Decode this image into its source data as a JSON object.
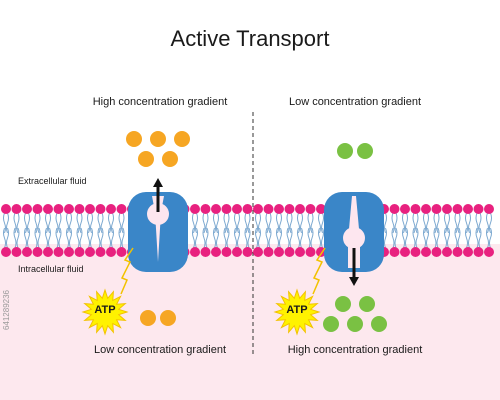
{
  "title": "Active Transport",
  "left": {
    "top_label": "High concentration gradient",
    "bottom_label": "Low concentration gradient",
    "top_molecule_count": 5,
    "bottom_molecule_count": 2,
    "arrow_direction": "up"
  },
  "right": {
    "top_label": "Low concentration gradient",
    "bottom_label": "High concentration gradient",
    "top_molecule_count": 2,
    "bottom_molecule_count": 5,
    "arrow_direction": "down"
  },
  "labels": {
    "extracellular": "Extracellular fluid",
    "intracellular": "Intracellular fluid",
    "atp": "ATP"
  },
  "watermark_id": "641289236",
  "colors": {
    "molecule_left": "#f6a623",
    "molecule_right": "#7ac143",
    "protein": "#3a86c8",
    "protein_inner": "#fde6ef",
    "lipid_head": "#e8217f",
    "lipid_tail": "#7aa7cf",
    "intracellular_bg": "#fde8ee",
    "atp_burst": "#fff200",
    "atp_stroke": "#f2c200",
    "arrow": "#111111"
  }
}
